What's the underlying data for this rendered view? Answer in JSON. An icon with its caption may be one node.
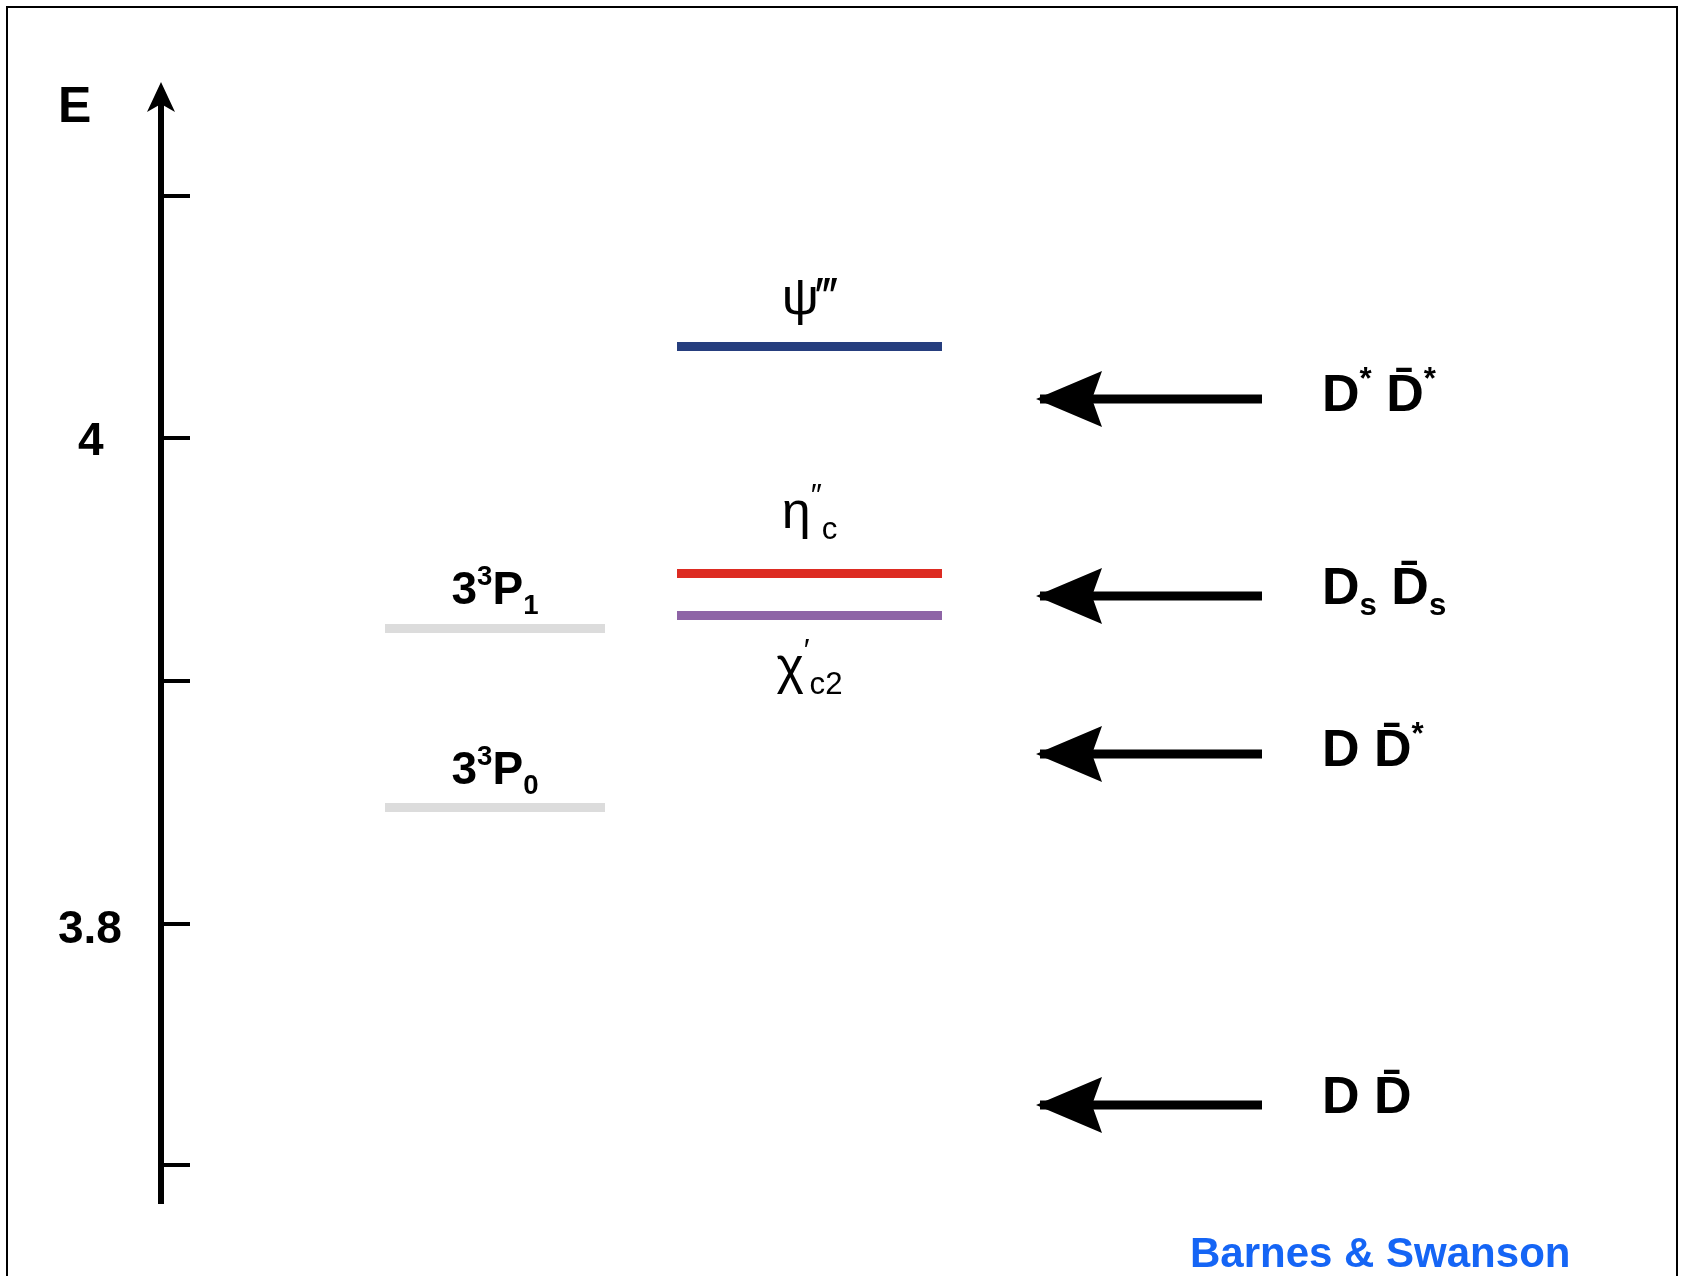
{
  "diagram": {
    "nodes": [
      {
        "text": [
          "ψ‴"
        ]
      },
      {
        "text": [
          "η$^{″}$$_{c}$"
        ]
      },
      {
        "text": [
          "χ$^{′}$$_{c2}$"
        ]
      },
      {
        "text": [
          "3$^{3}$P$_{1}$"
        ]
      },
      {
        "text": [
          "3$^{3}$P$_{0}$"
        ]
      },
      {
        "text": [
          "D$^{*}$ D̄$^{*}$"
        ]
      },
      {
        "text": [
          "D$_{s}$ D̄$_{s}$"
        ]
      },
      {
        "text": [
          "D D̄$^{*}$"
        ]
      },
      {
        "text": [
          "D D̄"
        ]
      }
    ],
    "edges": [
      {
        "from": 5,
        "to": null,
        "arrow": "to"
      },
      {
        "from": 6,
        "to": null,
        "arrow": "to"
      },
      {
        "from": 7,
        "to": null,
        "arrow": "to"
      },
      {
        "from": 8,
        "to": null,
        "arrow": "to"
      }
    ],
    "labels": [
      "E",
      "4",
      "3.8",
      "Barnes & Swanson"
    ]
  }
}
